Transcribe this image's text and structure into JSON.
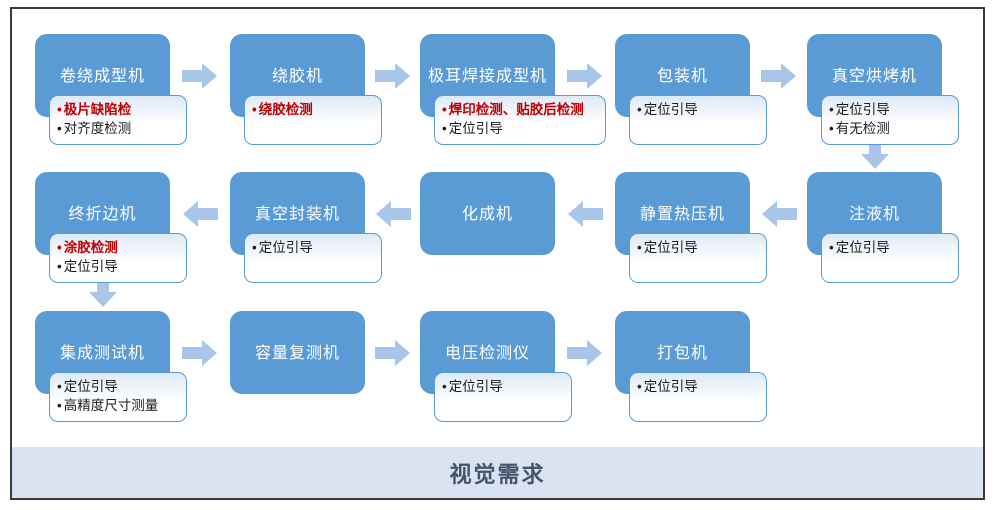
{
  "title_bar": {
    "label": "视觉需求"
  },
  "bullet_char": "•",
  "colors": {
    "machine_box": "#5b9bd5",
    "machine_text": "#ffffff",
    "arrow": "#a9c6e8",
    "callout_border": "#5b9bd5",
    "callout_top_tint": "#dde9f6",
    "bullet_text": "#1a1a1a",
    "emphasis_text": "#c00000",
    "bar_bg": "#dae3f1",
    "bar_text": "#44546a",
    "frame_border": "#3b3b3b"
  },
  "rows": [
    {
      "flow": "ltr",
      "nodes": [
        {
          "label": "卷绕成型机",
          "bullets": [
            {
              "text": "极片缺陷检",
              "emphasis": true
            },
            {
              "text": "对齐度检测",
              "emphasis": false
            }
          ]
        },
        {
          "label": "绕胶机",
          "bullets": [
            {
              "text": "绕胶检测",
              "emphasis": true
            }
          ]
        },
        {
          "label": "极耳焊接成型机",
          "wide_callout": true,
          "bullets": [
            {
              "text": "焊印检测、贴胶后检测",
              "emphasis": true
            },
            {
              "text": "定位引导",
              "emphasis": false
            }
          ]
        },
        {
          "label": "包装机",
          "bullets": [
            {
              "text": "定位引导",
              "emphasis": false
            }
          ]
        },
        {
          "label": "真空烘烤机",
          "bullets": [
            {
              "text": "定位引导",
              "emphasis": false
            },
            {
              "text": "有无检测",
              "emphasis": false
            }
          ]
        }
      ]
    },
    {
      "flow": "rtl",
      "nodes": [
        {
          "label": "终折边机",
          "bullets": [
            {
              "text": "涂胶检测",
              "emphasis": true
            },
            {
              "text": "定位引导",
              "emphasis": false
            }
          ]
        },
        {
          "label": "真空封装机",
          "bullets": [
            {
              "text": "定位引导",
              "emphasis": false
            }
          ]
        },
        {
          "label": "化成机",
          "bullets": []
        },
        {
          "label": "静置热压机",
          "bullets": [
            {
              "text": "定位引导",
              "emphasis": false
            }
          ]
        },
        {
          "label": "注液机",
          "bullets": [
            {
              "text": "定位引导",
              "emphasis": false
            }
          ]
        }
      ]
    },
    {
      "flow": "ltr",
      "nodes": [
        {
          "label": "集成测试机",
          "bullets": [
            {
              "text": "定位引导",
              "emphasis": false
            },
            {
              "text": "高精度尺寸测量",
              "emphasis": false
            }
          ]
        },
        {
          "label": "容量复测机",
          "bullets": []
        },
        {
          "label": "电压检测仪",
          "bullets": [
            {
              "text": "定位引导",
              "emphasis": false
            }
          ]
        },
        {
          "label": "打包机",
          "bullets": [
            {
              "text": "定位引导",
              "emphasis": false
            }
          ]
        }
      ]
    }
  ],
  "down_arrows": [
    {
      "from_row": 0,
      "col": 4
    },
    {
      "from_row": 1,
      "col": 0
    }
  ]
}
